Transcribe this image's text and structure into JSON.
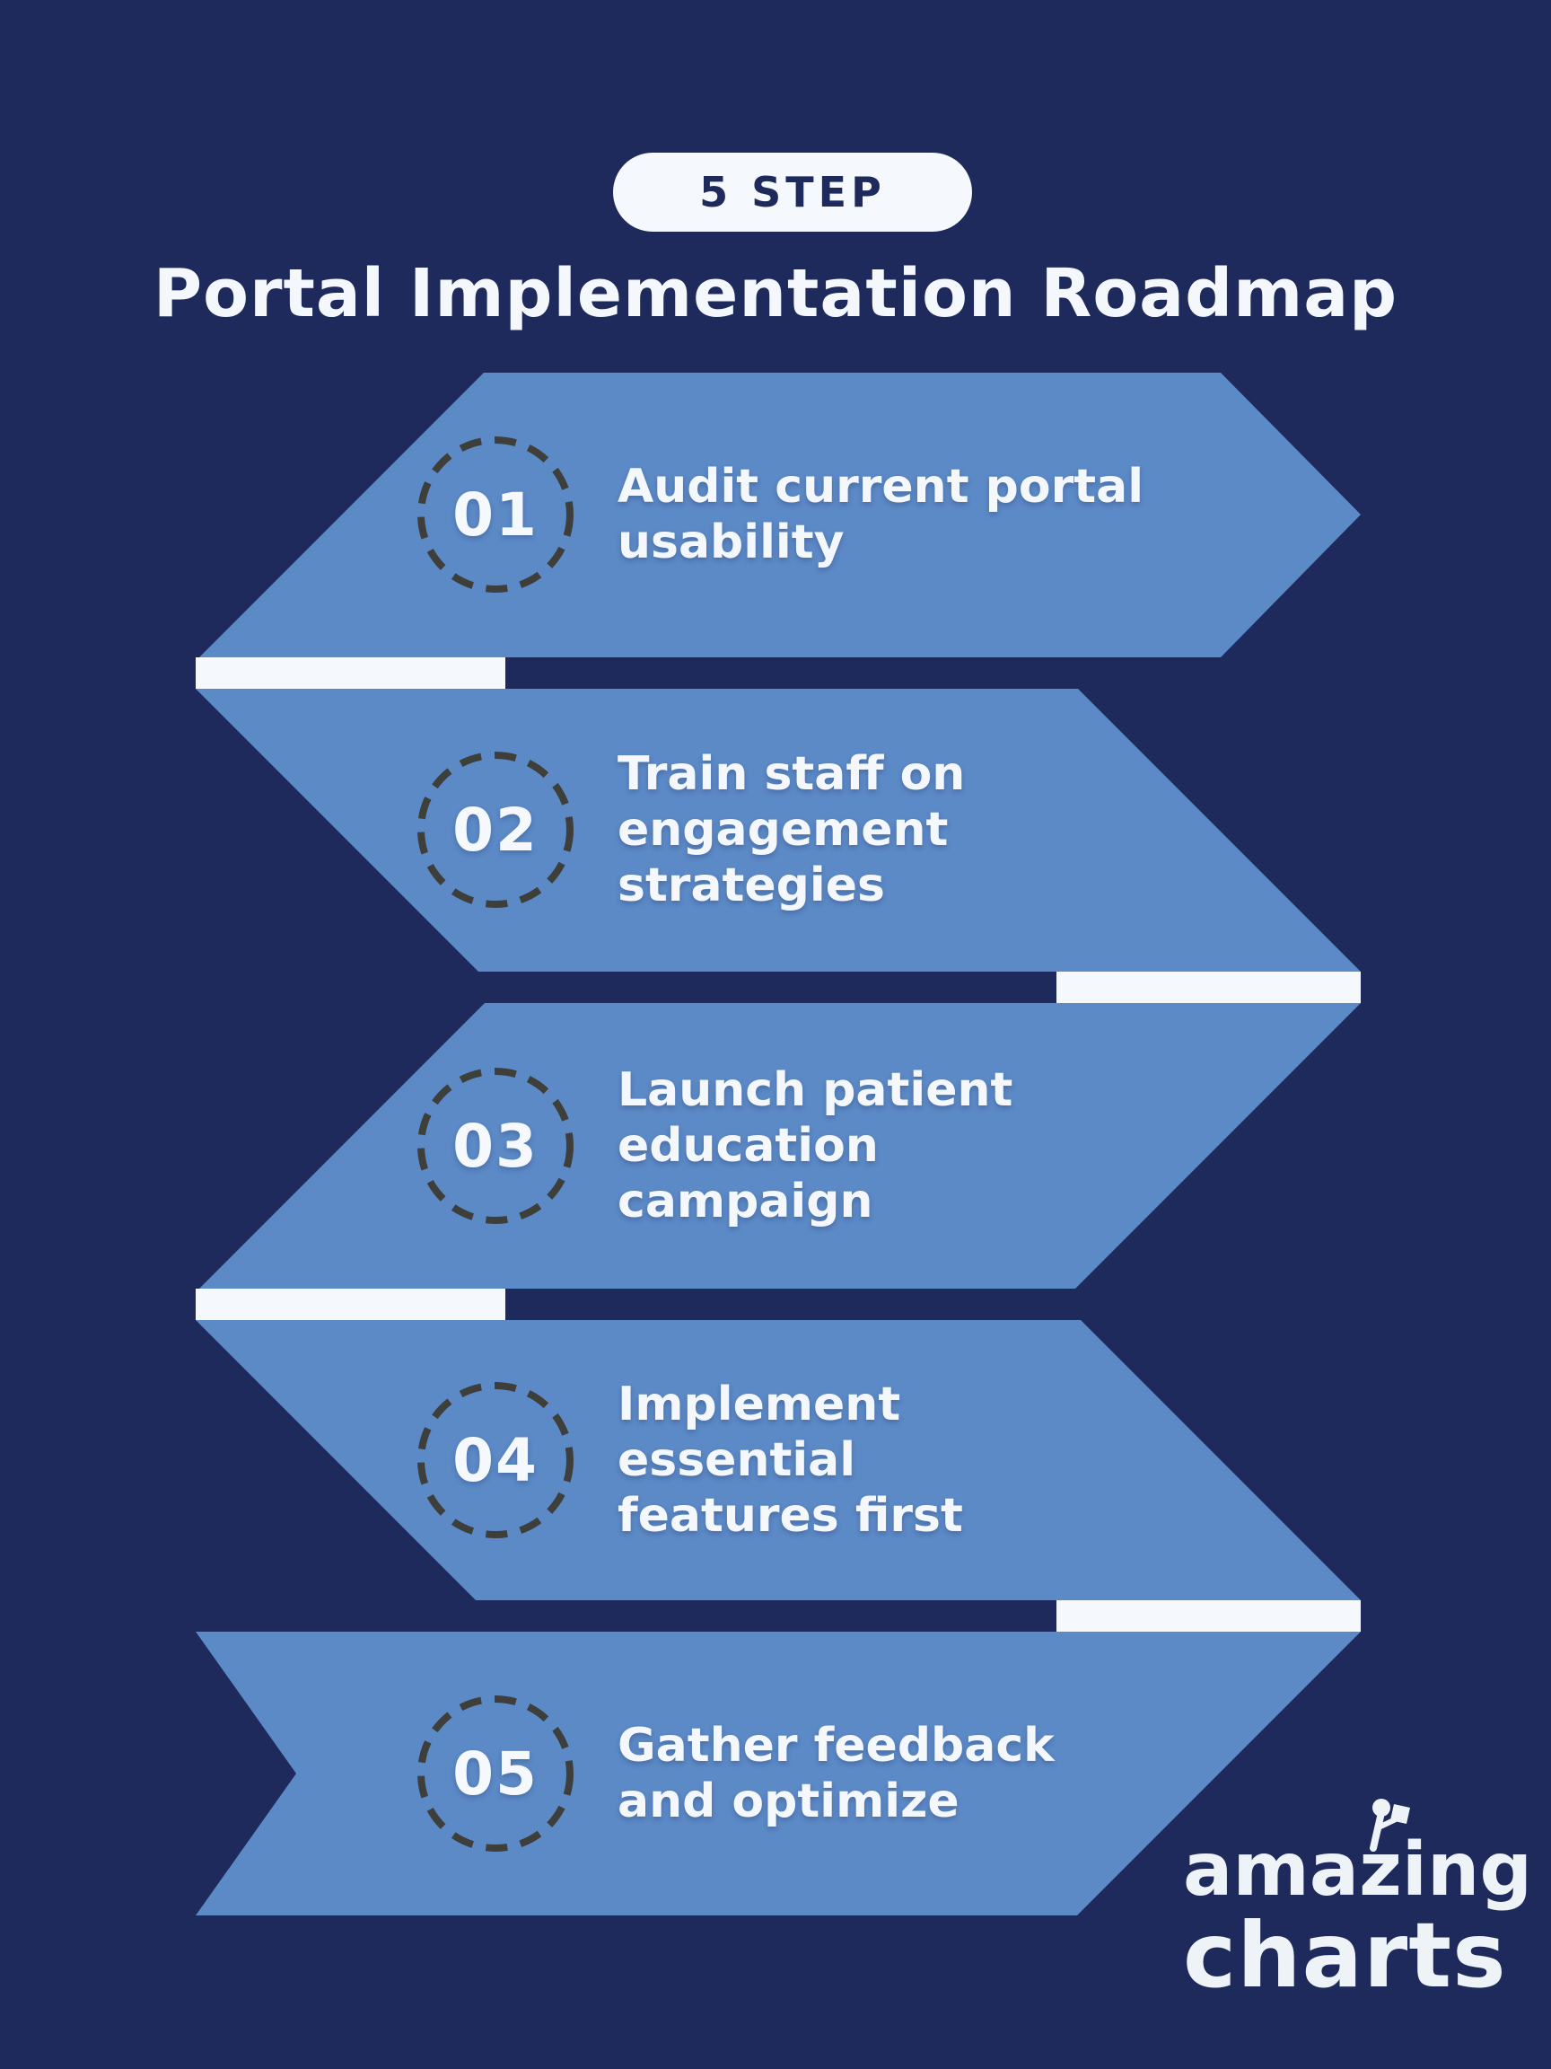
{
  "header": {
    "badge": "5 STEP",
    "title": "Portal Implementation Roadmap"
  },
  "steps": [
    {
      "number": "01",
      "line1": "Audit current portal",
      "line2": "usability",
      "line3": ""
    },
    {
      "number": "02",
      "line1": "Train staff on",
      "line2": "engagement",
      "line3": "strategies"
    },
    {
      "number": "03",
      "line1": "Launch patient",
      "line2": "education",
      "line3": "campaign"
    },
    {
      "number": "04",
      "line1": "Implement",
      "line2": "essential",
      "line3": "features first"
    },
    {
      "number": "05",
      "line1": "Gather feedback",
      "line2": "and optimize",
      "line3": ""
    }
  ],
  "logo": {
    "line1": "amazing",
    "line2": "charts"
  },
  "colors": {
    "background": "#1D2A5B",
    "arrow_blue": "#5C8AC7",
    "connector_white": "#F5F9FD",
    "badge_bg": "#F5F9FD",
    "badge_text": "#1D2A5B",
    "circle_stroke": "#3E3E3B",
    "text": "#F4F8FD"
  }
}
